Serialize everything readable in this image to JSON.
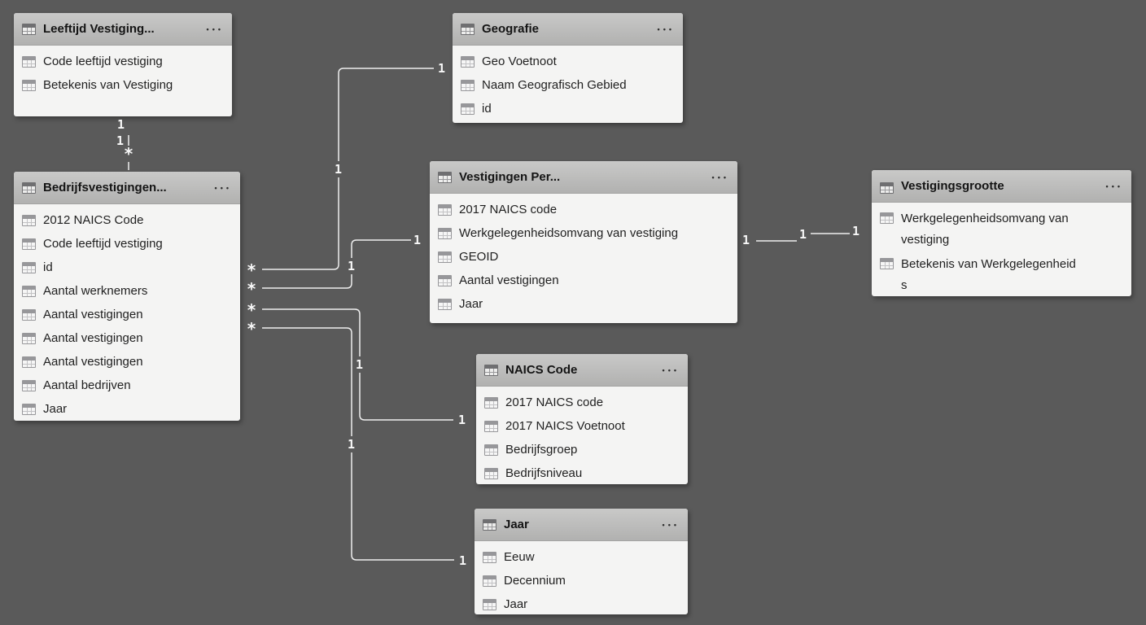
{
  "view": {
    "name": "Model relationship diagram",
    "canvas_background": "#5a5a5a",
    "relationship_line_color": "#eeeeee",
    "card_header_color": "#bdbdbc",
    "card_body_color": "#f4f4f3"
  },
  "icons": {
    "table": "grid-table-icon",
    "more_options": "•••"
  },
  "tables": [
    {
      "title": "Leeftijd Vestiging...",
      "fields": [
        "Code leeftijd vestiging",
        "Betekenis van Vestiging"
      ]
    },
    {
      "title": "Geografie",
      "fields": [
        "Geo Voetnoot",
        "Naam Geografisch Gebied",
        "id"
      ]
    },
    {
      "title": "Bedrijfsvestigingen...",
      "fields": [
        "2012 NAICS Code",
        "Code leeftijd vestiging",
        "id",
        "Aantal werknemers",
        "Aantal vestigingen",
        "Aantal vestigingen",
        "Aantal vestigingen",
        "Aantal bedrijven",
        "Jaar"
      ]
    },
    {
      "title": "Vestigingen Per...",
      "fields": [
        "2017 NAICS code",
        "Werkgelegenheidsomvang van vestiging",
        "GEOID",
        "Aantal vestigingen",
        "Jaar"
      ]
    },
    {
      "title": "Vestigingsgrootte",
      "fields": [
        "Werkgelegenheidsomvang van vestiging",
        "Betekenis van Werkgelegenheid s"
      ]
    },
    {
      "title": "NAICS Code",
      "fields": [
        "2017 NAICS code",
        "2017 NAICS Voetnoot",
        "Bedrijfsgroep",
        "Bedrijfsniveau"
      ]
    },
    {
      "title": "Jaar",
      "fields": [
        "Eeuw",
        "Decennium",
        "Jaar"
      ]
    }
  ],
  "relationships": [
    {
      "from": "Leeftijd Vestiging...",
      "to": "Bedrijfsvestigingen...",
      "labels": [
        "1",
        "1",
        "*"
      ]
    },
    {
      "from": "Bedrijfsvestigingen...",
      "to": "Geografie",
      "labels": [
        "*",
        "1",
        "1"
      ]
    },
    {
      "from": "Bedrijfsvestigingen...",
      "to": "Vestigingen Per...",
      "labels": [
        "*",
        "1",
        "1"
      ]
    },
    {
      "from": "Bedrijfsvestigingen...",
      "to": "NAICS Code",
      "labels": [
        "*",
        "1",
        "1"
      ]
    },
    {
      "from": "Bedrijfsvestigingen...",
      "to": "Jaar",
      "labels": [
        "*",
        "1",
        "1"
      ]
    },
    {
      "from": "Vestigingen Per...",
      "to": "Vestigingsgrootte",
      "labels": [
        "1",
        "1",
        "1"
      ]
    }
  ]
}
